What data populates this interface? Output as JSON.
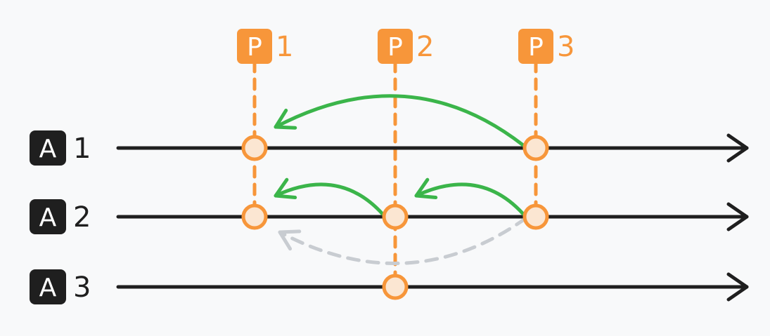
{
  "colors": {
    "background": "#f8f9fa",
    "agent_line": "#1f1f1f",
    "agent_badge": "#1f1f1f",
    "agent_badge_text": "#ffffff",
    "process": "#f7963a",
    "process_badge_text": "#ffffff",
    "node_fill": "#fbe6d2",
    "arrow_solid": "#3bb54a",
    "arrow_dashed": "#c8ccd1"
  },
  "agents": [
    {
      "badge": "A",
      "number": "1"
    },
    {
      "badge": "A",
      "number": "2"
    },
    {
      "badge": "A",
      "number": "3"
    }
  ],
  "processes": [
    {
      "badge": "P",
      "number": "1"
    },
    {
      "badge": "P",
      "number": "2"
    },
    {
      "badge": "P",
      "number": "3"
    }
  ],
  "nodes": [
    {
      "agent": 1,
      "process": 1
    },
    {
      "agent": 1,
      "process": 3
    },
    {
      "agent": 2,
      "process": 1
    },
    {
      "agent": 2,
      "process": 2
    },
    {
      "agent": 2,
      "process": 3
    },
    {
      "agent": 3,
      "process": 2
    }
  ],
  "arrows": [
    {
      "agent": 1,
      "from_process": 3,
      "to_process": 1,
      "style": "solid"
    },
    {
      "agent": 2,
      "from_process": 2,
      "to_process": 1,
      "style": "solid"
    },
    {
      "agent": 2,
      "from_process": 3,
      "to_process": 2,
      "style": "solid"
    },
    {
      "agent": 2,
      "from_process": 3,
      "to_process": 1,
      "style": "dashed"
    }
  ]
}
